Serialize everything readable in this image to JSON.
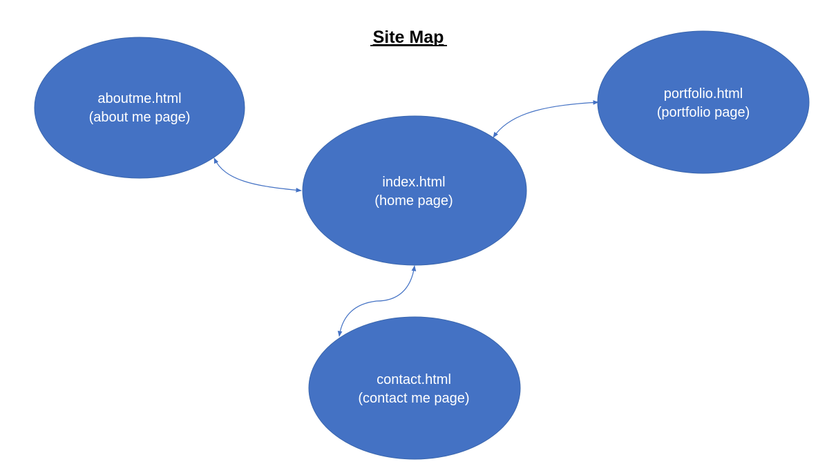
{
  "title": "Site Map",
  "colors": {
    "node_fill": "#4472c4",
    "node_text": "#ffffff",
    "connector": "#4472c4",
    "title": "#000000"
  },
  "nodes": {
    "aboutme": {
      "line1": "aboutme.html",
      "line2": "(about me page)"
    },
    "index": {
      "line1": "index.html",
      "line2": "(home page)"
    },
    "portfolio": {
      "line1": "portfolio.html",
      "line2": "(portfolio page)"
    },
    "contact": {
      "line1": "contact.html",
      "line2": "(contact me page)"
    }
  },
  "edges": [
    {
      "from": "index",
      "to": "aboutme",
      "arrows": "both"
    },
    {
      "from": "index",
      "to": "portfolio",
      "arrows": "both"
    },
    {
      "from": "index",
      "to": "contact",
      "arrows": "both"
    }
  ]
}
